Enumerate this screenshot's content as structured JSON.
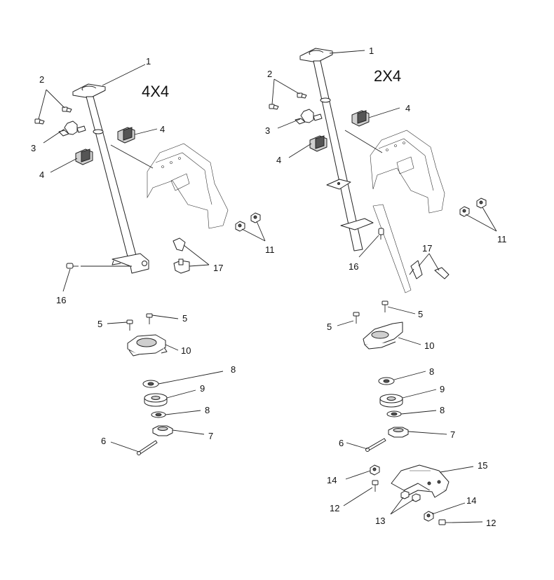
{
  "variants": {
    "left": "4X4",
    "right": "2X4"
  },
  "callouts_left": {
    "c1": "1",
    "c2": "2",
    "c3": "3",
    "c4a": "4",
    "c4b": "4",
    "c5a": "5",
    "c5b": "5",
    "c6": "6",
    "c7": "7",
    "c8a": "8",
    "c8b": "8",
    "c9": "9",
    "c10": "10",
    "c11": "11",
    "c16": "16",
    "c17": "17"
  },
  "callouts_right": {
    "c1": "1",
    "c2": "2",
    "c3": "3",
    "c4a": "4",
    "c4b": "4",
    "c5a": "5",
    "c5b": "5",
    "c6": "6",
    "c7": "7",
    "c8a": "8",
    "c8b": "8",
    "c9": "9",
    "c10": "10",
    "c11": "11",
    "c12a": "12",
    "c12b": "12",
    "c13": "13",
    "c14a": "14",
    "c14b": "14",
    "c15": "15",
    "c16": "16",
    "c17": "17"
  }
}
